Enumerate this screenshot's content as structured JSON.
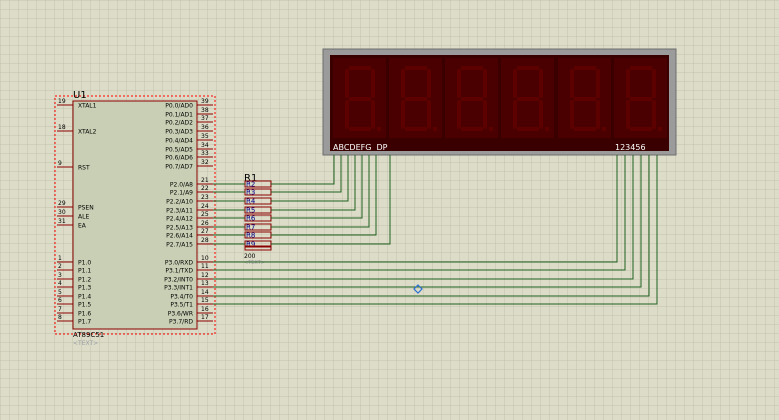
{
  "colors": {
    "background": "#dcdcc8",
    "grid": "#c2c2ad",
    "chip_fill": "#c8cfb4",
    "outline": "#8b0000",
    "selection": "#ff0000",
    "wire": "#1f5f1f",
    "display_body": "#9b9b9b",
    "display_face": "#3a0000",
    "segment_off": "#5c0000",
    "label": "#00008b",
    "text_placeholder": "#9d9da8",
    "probe": "#2b6fd6"
  },
  "mcu": {
    "ref": "U1",
    "part": "AT89C51",
    "text_placeholder": "<TEXT>",
    "left_pins": [
      {
        "num": "19",
        "name": "XTAL1"
      },
      {
        "num": "18",
        "name": "XTAL2"
      },
      {
        "num": "9",
        "name": "RST"
      },
      {
        "num": "29",
        "name": "PSEN"
      },
      {
        "num": "30",
        "name": "ALE"
      },
      {
        "num": "31",
        "name": "EA"
      },
      {
        "num": "1",
        "name": "P1.0"
      },
      {
        "num": "2",
        "name": "P1.1"
      },
      {
        "num": "3",
        "name": "P1.2"
      },
      {
        "num": "4",
        "name": "P1.3"
      },
      {
        "num": "5",
        "name": "P1.4"
      },
      {
        "num": "6",
        "name": "P1.5"
      },
      {
        "num": "7",
        "name": "P1.6"
      },
      {
        "num": "8",
        "name": "P1.7"
      }
    ],
    "right_pins": [
      {
        "num": "39",
        "name": "P0.0/AD0"
      },
      {
        "num": "38",
        "name": "P0.1/AD1"
      },
      {
        "num": "37",
        "name": "P0.2/AD2"
      },
      {
        "num": "36",
        "name": "P0.3/AD3"
      },
      {
        "num": "35",
        "name": "P0.4/AD4"
      },
      {
        "num": "34",
        "name": "P0.5/AD5"
      },
      {
        "num": "33",
        "name": "P0.6/AD6"
      },
      {
        "num": "32",
        "name": "P0.7/AD7"
      },
      {
        "num": "21",
        "name": "P2.0/A8"
      },
      {
        "num": "22",
        "name": "P2.1/A9"
      },
      {
        "num": "23",
        "name": "P2.2/A10"
      },
      {
        "num": "24",
        "name": "P2.3/A11"
      },
      {
        "num": "25",
        "name": "P2.4/A12"
      },
      {
        "num": "26",
        "name": "P2.5/A13"
      },
      {
        "num": "27",
        "name": "P2.6/A14"
      },
      {
        "num": "28",
        "name": "P2.7/A15"
      },
      {
        "num": "10",
        "name": "P3.0/RXD"
      },
      {
        "num": "11",
        "name": "P3.1/TXD"
      },
      {
        "num": "12",
        "name": "P3.2/INT0"
      },
      {
        "num": "13",
        "name": "P3.3/INT1"
      },
      {
        "num": "14",
        "name": "P3.4/T0"
      },
      {
        "num": "15",
        "name": "P3.5/T1"
      },
      {
        "num": "16",
        "name": "P3.6/WR"
      },
      {
        "num": "17",
        "name": "P3.7/RD"
      }
    ]
  },
  "resistors": {
    "ref": "R1",
    "value": "200",
    "text_placeholder": "<TEXT>",
    "items": [
      "R2",
      "R3",
      "R4",
      "R5",
      "R6",
      "R7",
      "R8",
      "R9"
    ]
  },
  "display": {
    "digit_count": 6,
    "segment_label": "ABCDEFG  DP",
    "digit_label": "123456"
  }
}
